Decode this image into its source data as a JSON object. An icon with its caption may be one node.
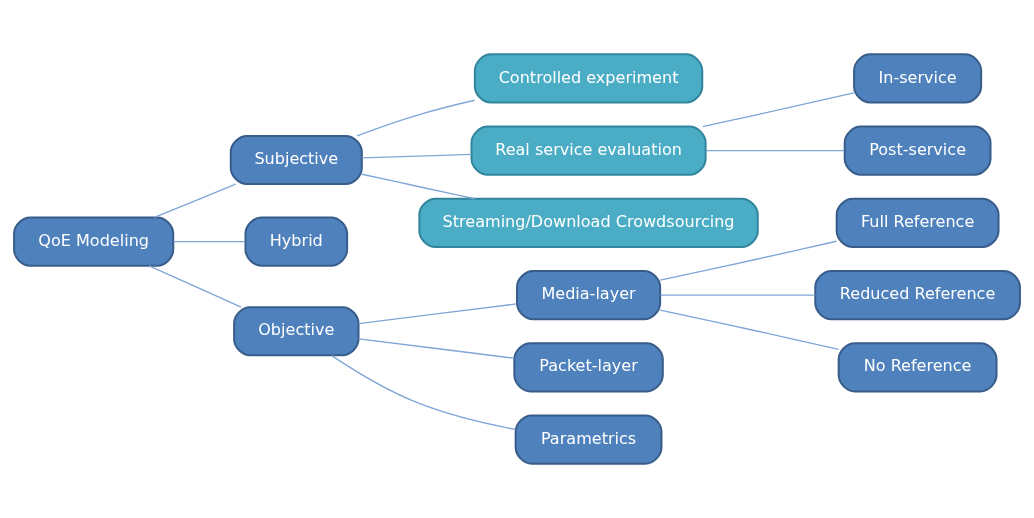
{
  "diagram": {
    "nodes": [
      {
        "text": [
          "QoE Modeling"
        ]
      },
      {
        "text": [
          "Subjective"
        ]
      },
      {
        "text": [
          "Hybrid"
        ]
      },
      {
        "text": [
          "Objective"
        ]
      },
      {
        "text": [
          "Controlled experiment"
        ]
      },
      {
        "text": [
          "Real service evaluation"
        ]
      },
      {
        "text": [
          "Streaming/Download Crowdsourcing"
        ]
      },
      {
        "text": [
          "In-service"
        ]
      },
      {
        "text": [
          "Post-service"
        ]
      },
      {
        "text": [
          "Media-layer"
        ]
      },
      {
        "text": [
          "Packet-layer"
        ]
      },
      {
        "text": [
          "Parametrics"
        ]
      },
      {
        "text": [
          "Full Reference"
        ]
      },
      {
        "text": [
          "Reduced Reference"
        ]
      },
      {
        "text": [
          "No Reference"
        ]
      }
    ],
    "edges": [
      {
        "from": 0,
        "to": 1,
        "arrow": "none"
      },
      {
        "from": 0,
        "to": 2,
        "arrow": "none"
      },
      {
        "from": 0,
        "to": 3,
        "arrow": "none"
      },
      {
        "from": 1,
        "to": 4,
        "arrow": "none"
      },
      {
        "from": 1,
        "to": 5,
        "arrow": "none"
      },
      {
        "from": 1,
        "to": 6,
        "arrow": "none"
      },
      {
        "from": 5,
        "to": 7,
        "arrow": "none"
      },
      {
        "from": 5,
        "to": 8,
        "arrow": "none"
      },
      {
        "from": 3,
        "to": 9,
        "arrow": "none"
      },
      {
        "from": 3,
        "to": 10,
        "arrow": "none"
      },
      {
        "from": 3,
        "to": 11,
        "arrow": "none"
      },
      {
        "from": 9,
        "to": 12,
        "arrow": "none"
      },
      {
        "from": 9,
        "to": 13,
        "arrow": "none"
      },
      {
        "from": 9,
        "to": 14,
        "arrow": "none"
      }
    ]
  }
}
